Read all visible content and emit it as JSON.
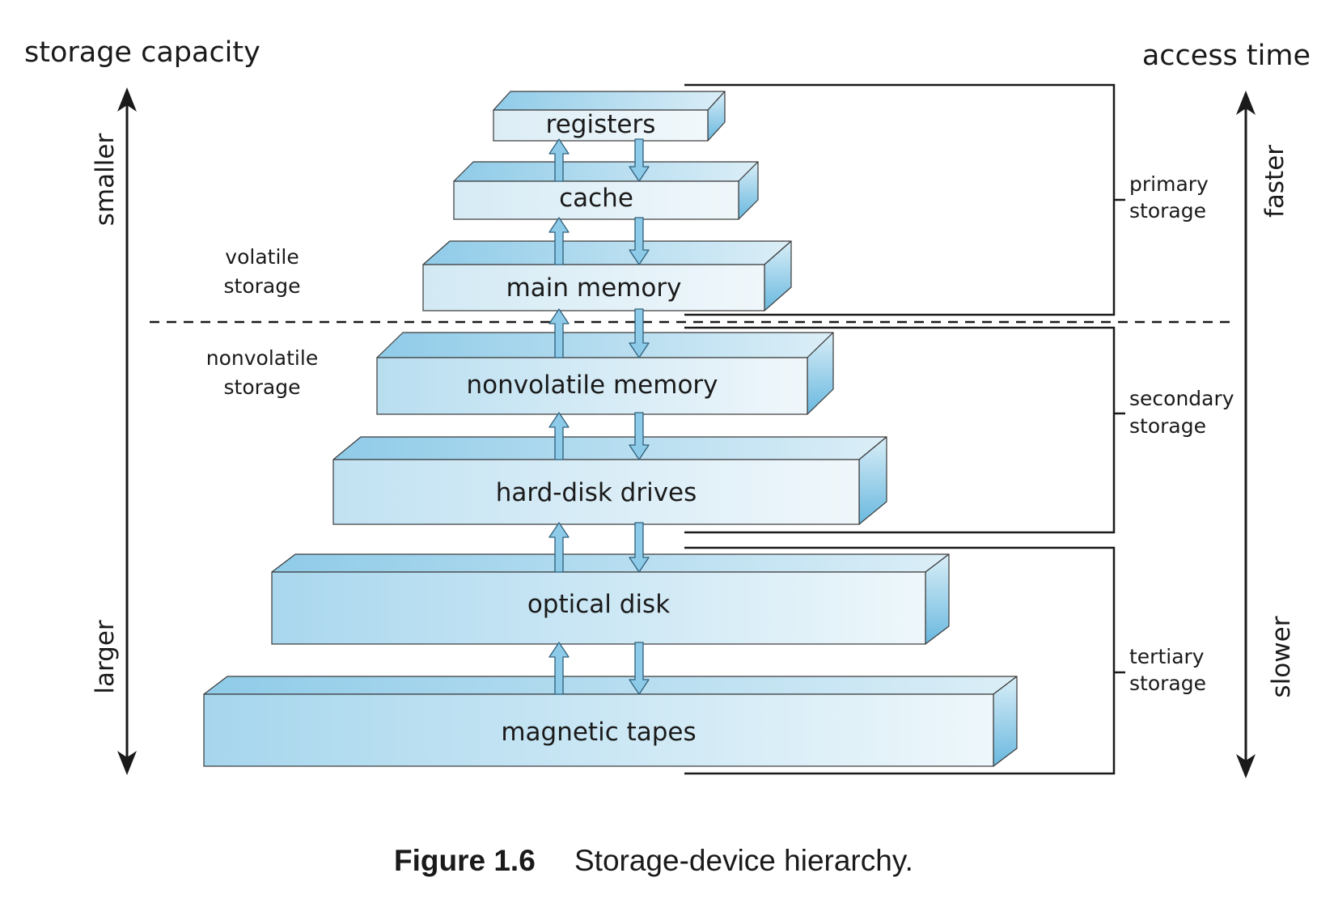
{
  "header": {
    "left": "storage capacity",
    "right": "access time"
  },
  "capacity_axis": {
    "top": "smaller",
    "bottom": "larger"
  },
  "time_axis": {
    "top": "faster",
    "bottom": "slower"
  },
  "volatility": {
    "volatile": [
      "volatile",
      "storage"
    ],
    "nonvolatile": [
      "nonvolatile",
      "storage"
    ]
  },
  "levels": [
    {
      "id": "registers",
      "label": "registers",
      "tier": "primary"
    },
    {
      "id": "cache",
      "label": "cache",
      "tier": "primary"
    },
    {
      "id": "main-memory",
      "label": "main memory",
      "tier": "primary"
    },
    {
      "id": "nonvolatile-memory",
      "label": "nonvolatile memory",
      "tier": "secondary"
    },
    {
      "id": "hard-disk-drives",
      "label": "hard-disk drives",
      "tier": "secondary"
    },
    {
      "id": "optical-disk",
      "label": "optical disk",
      "tier": "tertiary"
    },
    {
      "id": "magnetic-tapes",
      "label": "magnetic tapes",
      "tier": "tertiary"
    }
  ],
  "tiers": {
    "primary": [
      "primary",
      "storage"
    ],
    "secondary": [
      "secondary",
      "storage"
    ],
    "tertiary": [
      "tertiary",
      "storage"
    ]
  },
  "caption": {
    "number": "Figure 1.6",
    "text": "Storage-device hierarchy."
  },
  "colors": {
    "box_light": "#e6f3f9",
    "box_dark": "#9fd1ea",
    "box_side": "#7ec3e4",
    "arrow_fill": "#8ecbe9",
    "stroke": "#3a3a3a"
  }
}
